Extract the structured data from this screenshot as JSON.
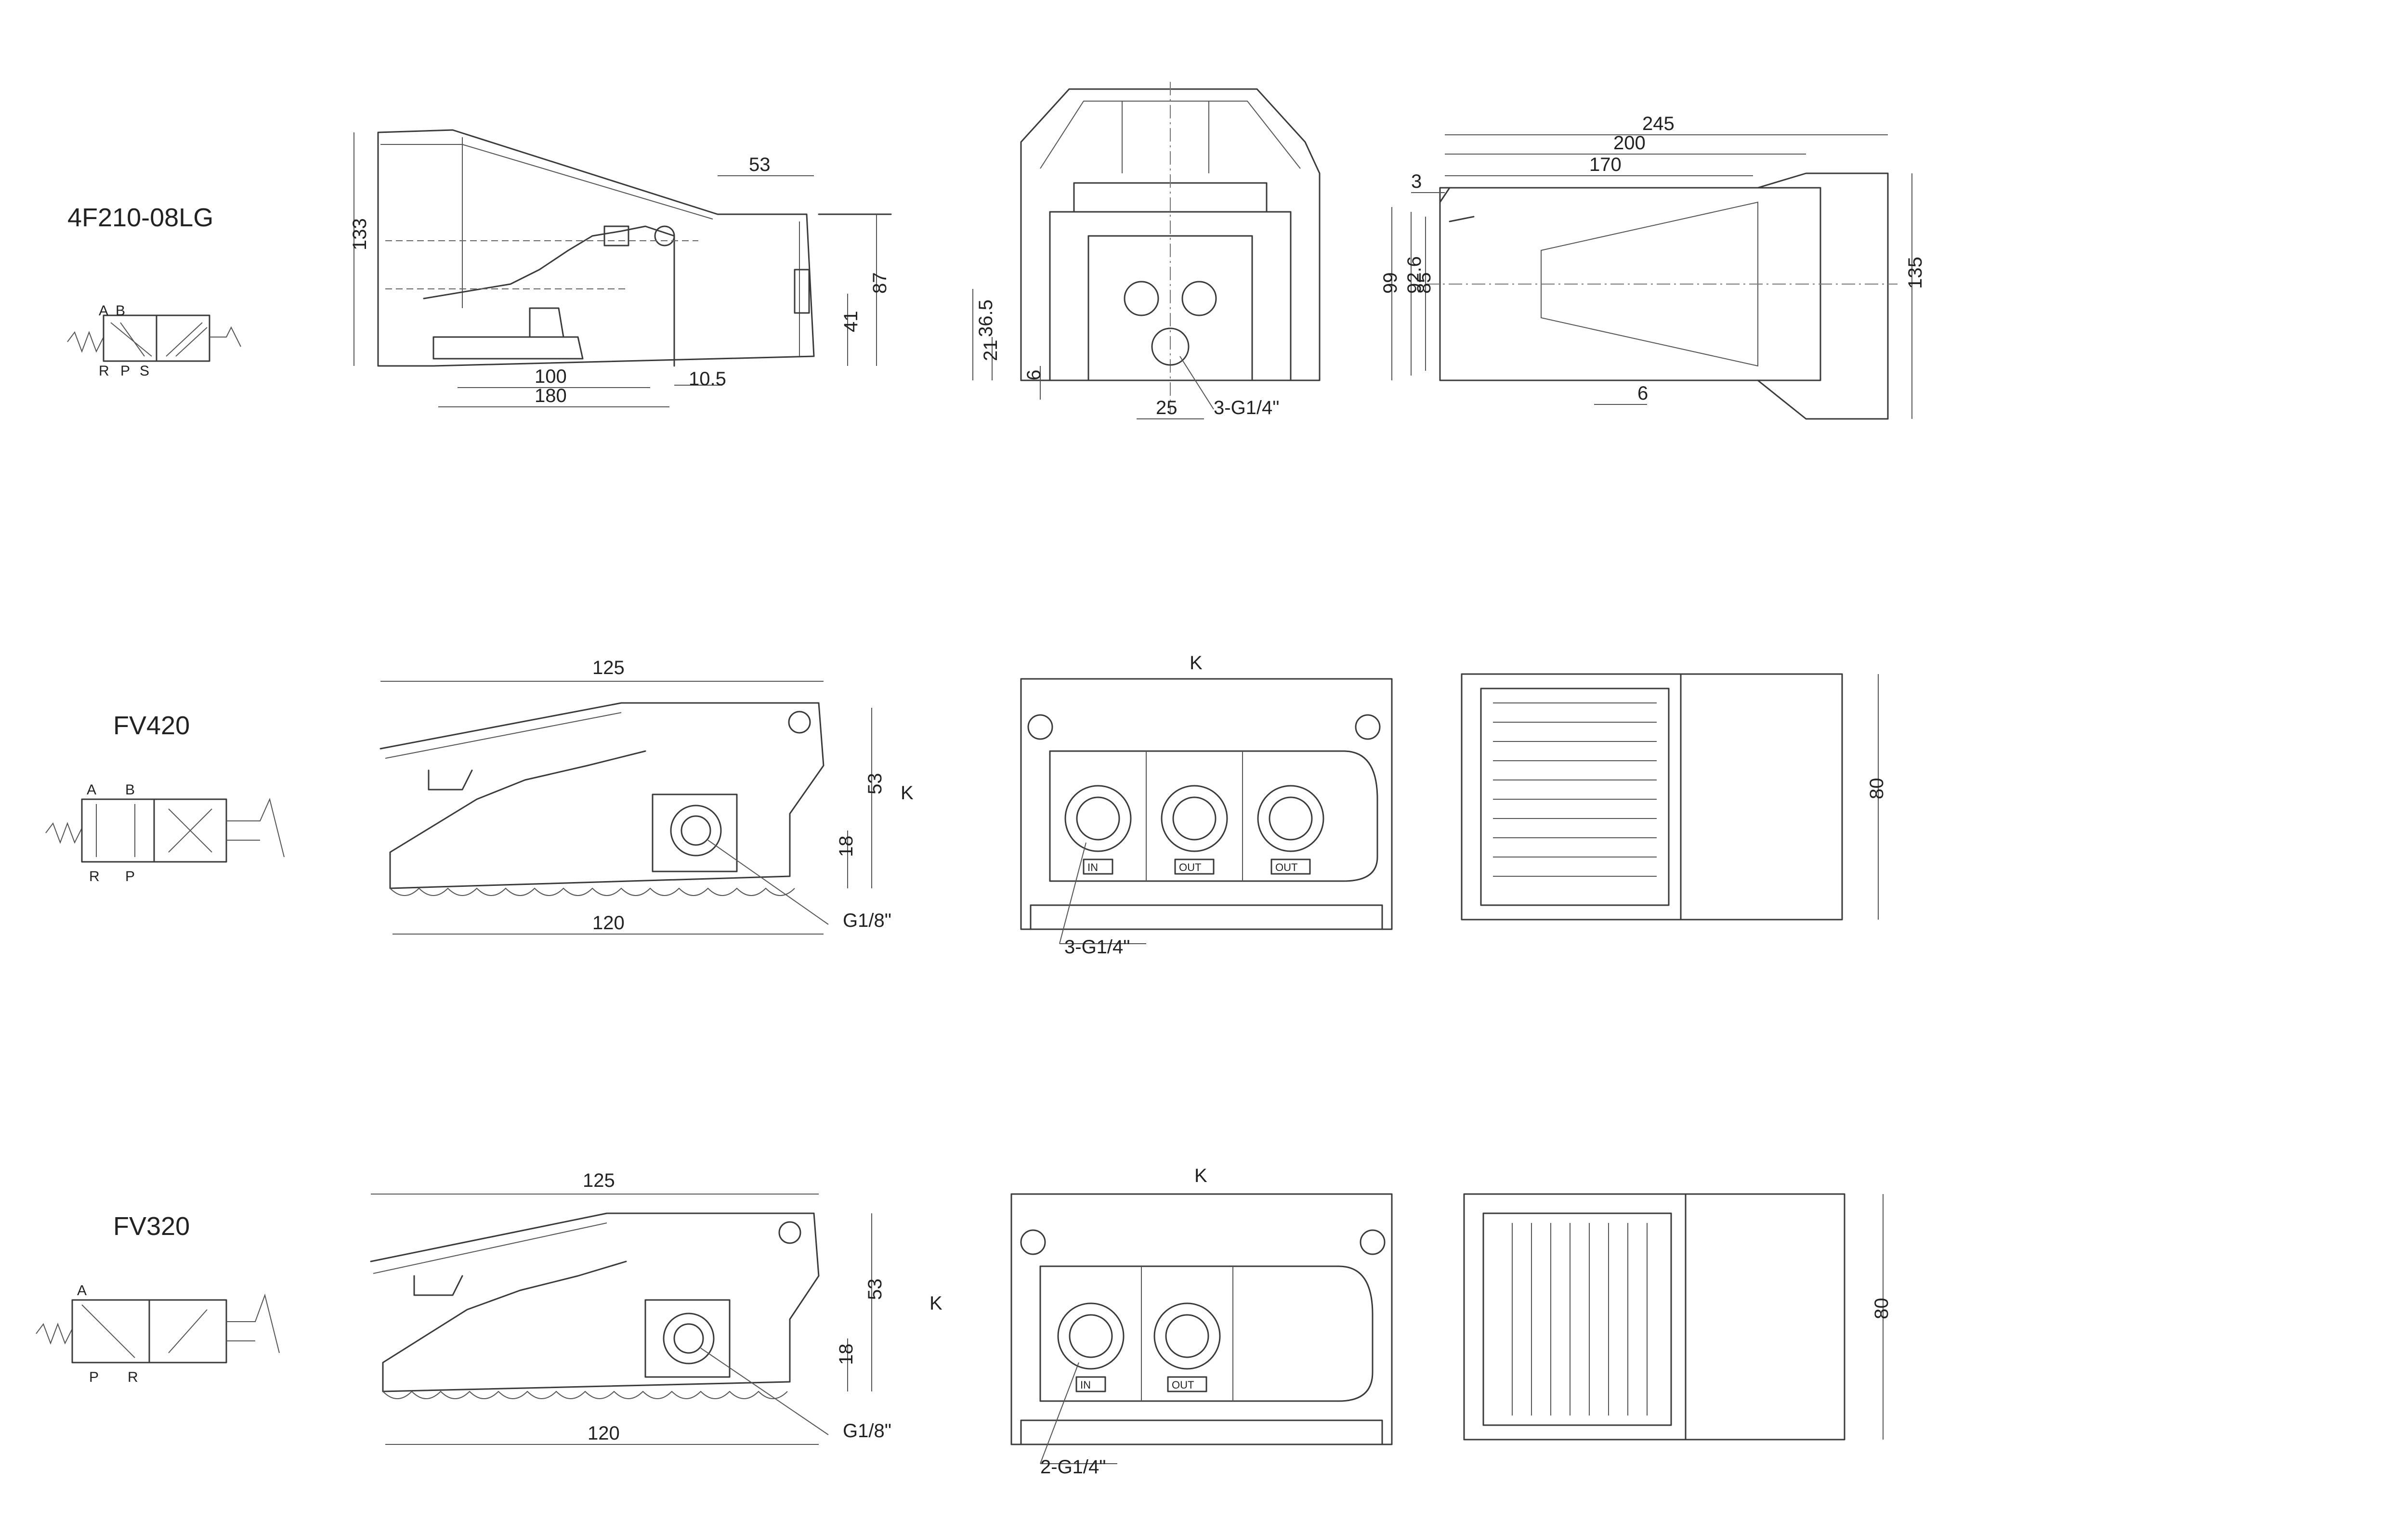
{
  "models": [
    {
      "name": "4F210-08LG",
      "symbol_ports": [
        "A",
        "B",
        "R",
        "P",
        "S"
      ],
      "dims_side": [
        "53",
        "133",
        "87",
        "41",
        "100",
        "180",
        "10.5"
      ],
      "dims_front": [
        "36.5",
        "21",
        "6",
        "25",
        "3-G1/4\""
      ],
      "dims_top": [
        "245",
        "200",
        "170",
        "3",
        "99",
        "92.6",
        "85",
        "135",
        "6"
      ]
    },
    {
      "name": "FV420",
      "symbol_ports": [
        "A",
        "B",
        "R",
        "P"
      ],
      "dims_side": [
        "125",
        "53",
        "18",
        "120",
        "G1/8\""
      ],
      "k_label": "K",
      "front_ports": [
        "IN",
        "OUT",
        "OUT"
      ],
      "front_note": "3-G1/4\"",
      "dims_top": [
        "80"
      ]
    },
    {
      "name": "FV320",
      "symbol_ports": [
        "A",
        "P",
        "R"
      ],
      "dims_side": [
        "125",
        "53",
        "18",
        "120",
        "G1/8\""
      ],
      "k_label": "K",
      "front_ports": [
        "IN",
        "OUT"
      ],
      "front_note": "2-G1/4\"",
      "dims_top": [
        "80"
      ]
    }
  ]
}
